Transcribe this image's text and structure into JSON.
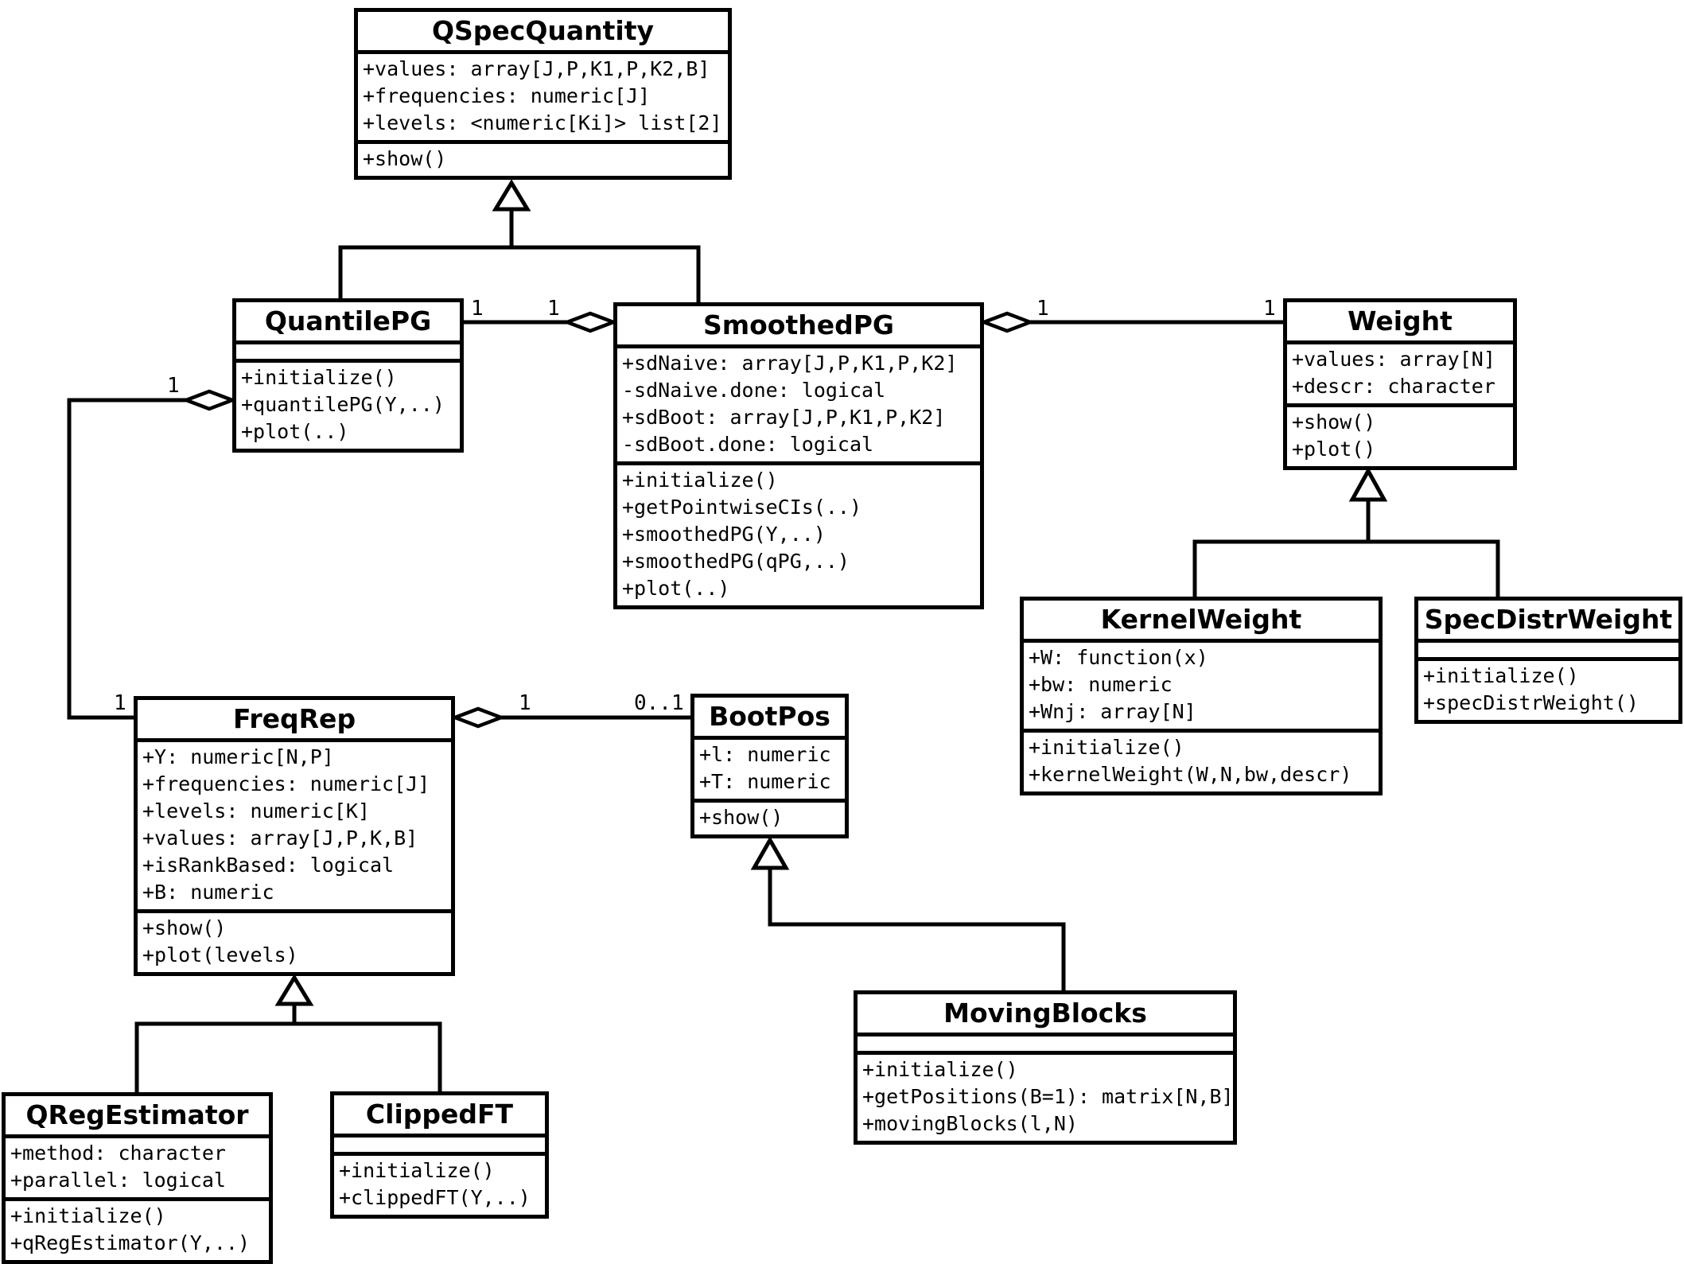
{
  "diagram": {
    "title": "UML class diagram",
    "colors": {
      "line": "#000000",
      "background": "#ffffff",
      "box_fill": "#ffffff"
    },
    "classes": {
      "qspecquantity": {
        "name": "QSpecQuantity",
        "attributes": [
          "+values: array[J,P,K1,P,K2,B]",
          "+frequencies: numeric[J]",
          "+levels: <numeric[Ki]> list[2]"
        ],
        "methods": [
          "+show()"
        ]
      },
      "quantilepg": {
        "name": "QuantilePG",
        "attributes": [],
        "methods": [
          "+initialize()",
          "+quantilePG(Y,..)",
          "+plot(..)"
        ]
      },
      "smoothedpg": {
        "name": "SmoothedPG",
        "attributes": [
          "+sdNaive: array[J,P,K1,P,K2]",
          "-sdNaive.done: logical",
          "+sdBoot: array[J,P,K1,P,K2]",
          "-sdBoot.done: logical"
        ],
        "methods": [
          "+initialize()",
          "+getPointwiseCIs(..)",
          "+smoothedPG(Y,..)",
          "+smoothedPG(qPG,..)",
          "+plot(..)"
        ]
      },
      "weight": {
        "name": "Weight",
        "attributes": [
          "+values: array[N]",
          "+descr: character"
        ],
        "methods": [
          "+show()",
          "+plot()"
        ]
      },
      "kernelweight": {
        "name": "KernelWeight",
        "attributes": [
          "+W: function(x)",
          "+bw: numeric",
          "+Wnj: array[N]"
        ],
        "methods": [
          "+initialize()",
          "+kernelWeight(W,N,bw,descr)"
        ]
      },
      "specdistrweight": {
        "name": "SpecDistrWeight",
        "attributes": [],
        "methods": [
          "+initialize()",
          "+specDistrWeight()"
        ]
      },
      "freqrep": {
        "name": "FreqRep",
        "attributes": [
          "+Y: numeric[N,P]",
          "+frequencies: numeric[J]",
          "+levels: numeric[K]",
          "+values: array[J,P,K,B]",
          "+isRankBased: logical",
          "+B: numeric"
        ],
        "methods": [
          "+show()",
          "+plot(levels)"
        ]
      },
      "bootpos": {
        "name": "BootPos",
        "attributes": [
          "+l: numeric",
          "+T: numeric"
        ],
        "methods": [
          "+show()"
        ]
      },
      "movingblocks": {
        "name": "MovingBlocks",
        "attributes": [],
        "methods": [
          "+initialize()",
          "+getPositions(B=1): matrix[N,B]",
          "+movingBlocks(l,N)"
        ]
      },
      "qregestimator": {
        "name": "QRegEstimator",
        "attributes": [
          "+method: character",
          "+parallel: logical"
        ],
        "methods": [
          "+initialize()",
          "+qRegEstimator(Y,..)"
        ]
      },
      "clippedft": {
        "name": "ClippedFT",
        "attributes": [],
        "methods": [
          "+initialize()",
          "+clippedFT(Y,..)"
        ]
      }
    },
    "multiplicities": {
      "quantilepg_smoothedpg_near": "1",
      "quantilepg_smoothedpg_far": "1",
      "smoothedpg_weight_near": "1",
      "smoothedpg_weight_far": "1",
      "quantilepg_freqrep_near": "1",
      "quantilepg_freqrep_far": "1",
      "freqrep_bootpos_near": "1",
      "freqrep_bootpos_far": "0..1"
    }
  }
}
